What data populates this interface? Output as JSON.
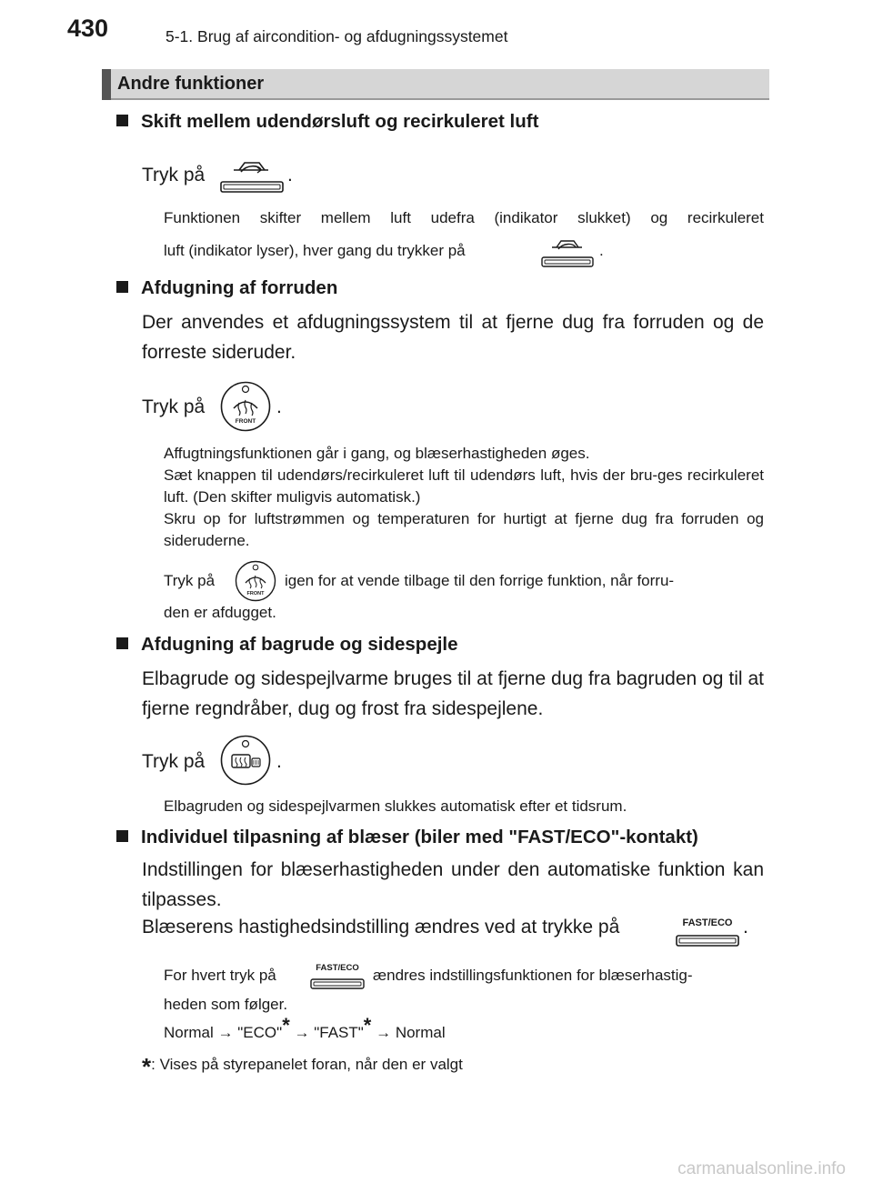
{
  "header": {
    "page_number": "430",
    "chapter": "5-1. Brug af aircondition- og afdugningssystemet"
  },
  "section": {
    "title": "Andre funktioner"
  },
  "recirc": {
    "heading": "Skift mellem udendørsluft og recirkuleret luft",
    "press_label": "Tryk på",
    "period": ".",
    "note_line1": "Funktionen skifter mellem luft udefra (indikator slukket) og recirkuleret",
    "note_line2": "luft (indikator lyser), hver gang du trykker på",
    "icon": "recirculation-button-icon"
  },
  "defog_windshield": {
    "heading": "Afdugning af forruden",
    "body": "Der anvendes et afdugningssystem til at fjerne dug fra forruden og de forreste sideruder.",
    "press_label": "Tryk på",
    "period": ".",
    "note1": "Affugtningsfunktionen går i gang, og blæserhastigheden øges.",
    "note2": "Sæt knappen til udendørs/recirkuleret luft til udendørs luft, hvis der bru-ges recirkuleret luft. (Den skifter muligvis automatisk.)",
    "note3": "Skru op for luftstrømmen og temperaturen for hurtigt at fjerne dug fra forruden og sideruderne.",
    "again_press": "Tryk på",
    "again_rest": "igen for at vende tilbage til den forrige funktion, når forru-",
    "again_line2": "den er afdugget.",
    "icon_label": "FRONT",
    "icon": "front-defroster-button-icon"
  },
  "defog_rear": {
    "heading": "Afdugning af bagrude og sidespejle",
    "body": "Elbagrude og sidespejlvarme bruges til at fjerne dug fra bagruden og til at fjerne regndråber, dug og frost fra sidespejlene.",
    "press_label": "Tryk på",
    "period": ".",
    "note": "Elbagruden og sidespejlvarmen slukkes automatisk efter et tidsrum.",
    "icon": "rear-defogger-button-icon"
  },
  "fan_custom": {
    "heading": "Individuel tilpasning af blæser (biler med \"FAST/ECO\"-kontakt)",
    "body": "Indstillingen for blæserhastigheden under den automatiske funktion kan tilpasses.",
    "change_text": "Blæserens hastighedsindstilling ændres ved at trykke på",
    "period": ".",
    "button_label": "FAST/ECO",
    "each_press": "For hvert tryk på",
    "each_rest": "ændres indstillingsfunktionen for blæserhastig-",
    "each_line2": "heden som følger.",
    "seq_normal": "Normal",
    "seq_arrow": "→",
    "seq_eco": "\"ECO\"",
    "seq_fast": "\"FAST\"",
    "seq_star": "*",
    "seq_end": "Normal",
    "footnote_star": "*",
    "footnote_text": ": Vises på styrepanelet foran, når den er valgt",
    "icon": "fast-eco-button-icon"
  },
  "watermark": "carmanualsonline.info"
}
